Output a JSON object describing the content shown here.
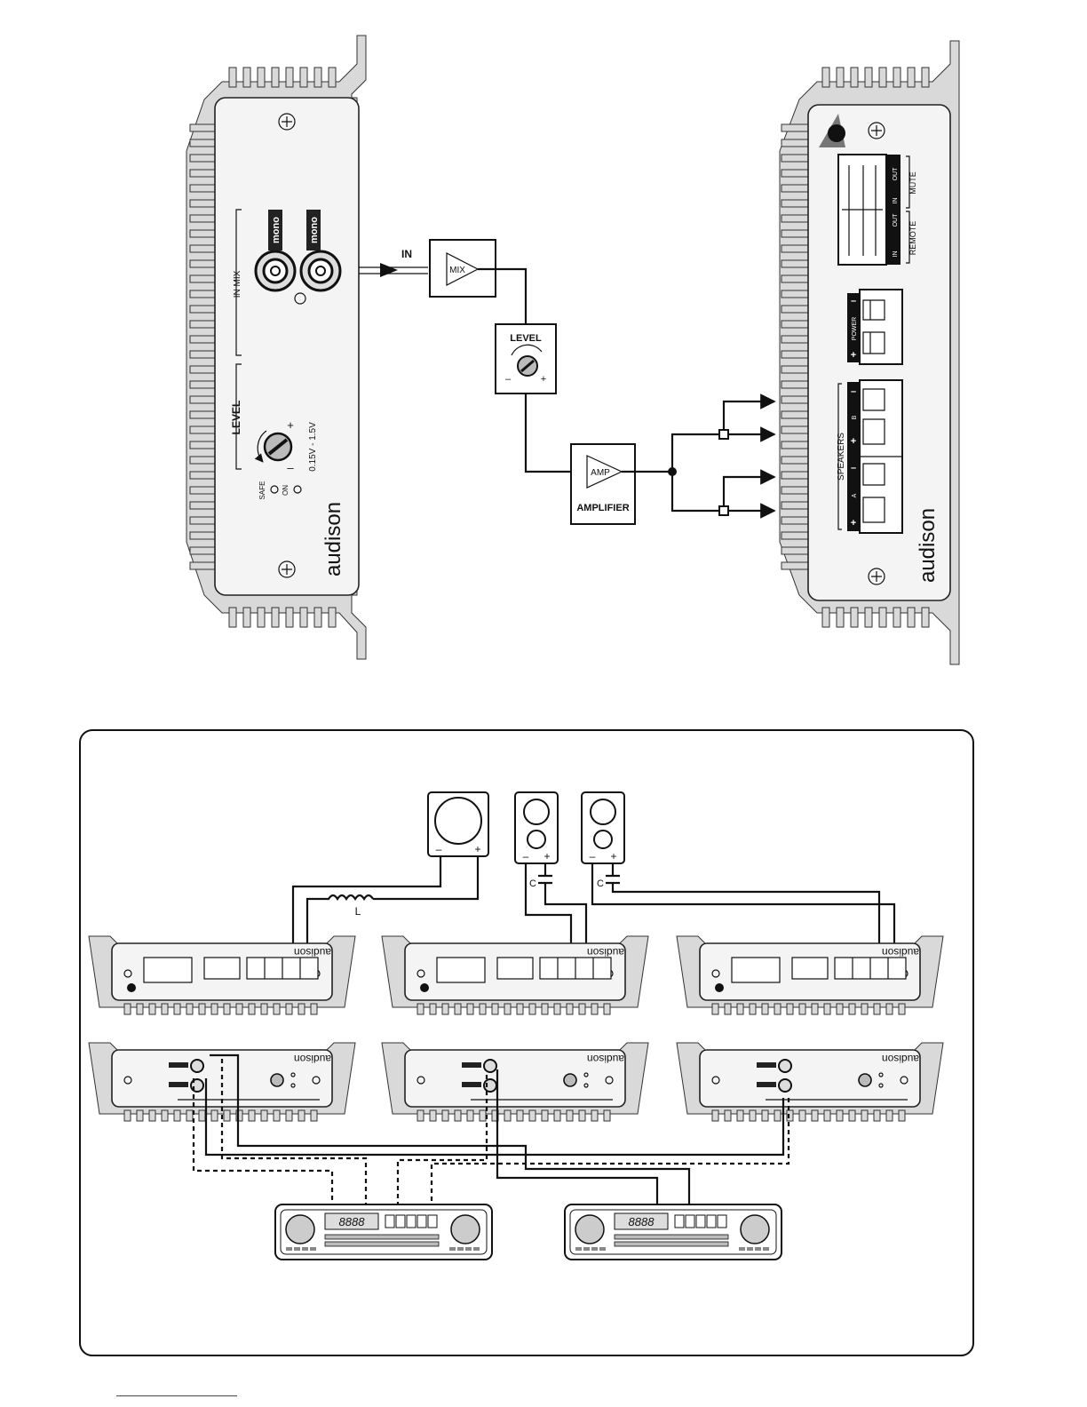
{
  "input_panel": {
    "brand": "audison",
    "mono_label_1": "mono",
    "mono_label_2": "mono",
    "in_mix_label": "IN  MIX",
    "level_label": "LEVEL",
    "voltage_range": "0.15V - 1.5V",
    "plus_sign": "+",
    "minus_sign": "–",
    "safe_label": "SAFE",
    "on_label": "ON"
  },
  "block_diagram": {
    "in_label": "IN",
    "mix_label": "MIX",
    "level_label": "LEVEL",
    "level_minus": "–",
    "level_plus": "+",
    "amp_label": "AMP",
    "amplifier_label": "AMPLIFIER"
  },
  "output_panel": {
    "brand": "audison",
    "in_1": "IN",
    "out_1": "OUT",
    "in_2": "IN",
    "out_2": "OUT",
    "remote_label": "REMOTE",
    "mute_label": "MUTE",
    "power_label": "POWER",
    "power_plus": "+",
    "power_minus": "–",
    "speakers_label": "SPEAKERS",
    "channel_a": "A",
    "channel_b": "B",
    "a_plus": "+",
    "a_minus": "–",
    "b_plus": "+",
    "b_minus": "–"
  },
  "system_diagram": {
    "woofer_minus": "–",
    "woofer_plus": "+",
    "speaker2_minus": "–",
    "speaker2_plus": "+",
    "speaker3_minus": "–",
    "speaker3_plus": "+",
    "inductor_label": "L",
    "capacitor_label_1": "C",
    "capacitor_label_2": "C",
    "amp_brand_1": "audison",
    "amp_brand_2": "audison",
    "amp_brand_3": "audison",
    "amp_brand_4": "audison",
    "amp_brand_5": "audison",
    "amp_brand_6": "audison",
    "headunit_display_1": "8888",
    "headunit_display_2": "8888"
  },
  "colors": {
    "line": "#111111",
    "panel": "#f4f4f4",
    "fin": "#d9d9d9",
    "footer_link": "#2a3cc7"
  }
}
